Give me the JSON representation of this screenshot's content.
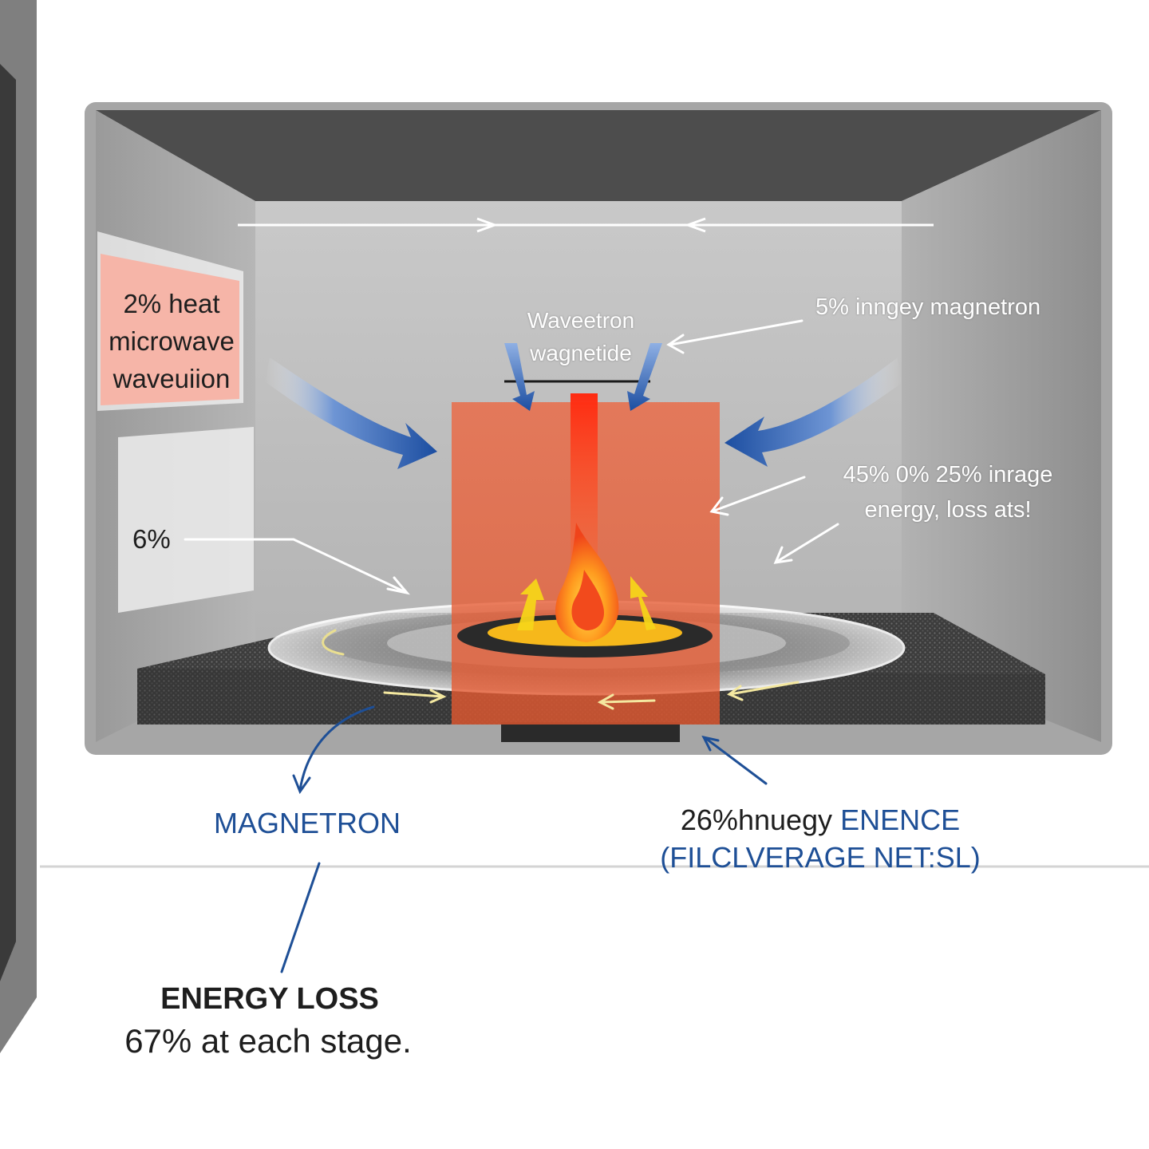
{
  "labels": {
    "top_left_box": [
      "2% heat",
      "microwave",
      "waveuiion"
    ],
    "waveguide": [
      "Waveetron",
      "wagnetide"
    ],
    "top_right": "5% inngey magnetron",
    "right_mid": [
      "45% 0% 25% inrage",
      "energy, loss ats!"
    ],
    "left_mid": "6%",
    "magnetron": "MAGNETRON",
    "bottom_right": {
      "prefix": "26%hnuegy",
      "highlight": "ENENCE",
      "line2": "(FILCLVERAGE NET:SL)"
    },
    "energy_loss": {
      "title": "ENERGY LOSS",
      "subtitle": "67% at each stage."
    }
  },
  "colors": {
    "cavity_back": "#bdbdbd",
    "cavity_ceiling": "#4a4a4a",
    "cavity_side": "#8c8c8c",
    "heat_column": "#e8613f",
    "arrow_blue": "#1f52a4",
    "label_box_pink": "#f7b9ac",
    "label_text_blue": "#1e4f96",
    "flame_orange": "#f04a1a",
    "flame_yellow": "#f7c21e"
  },
  "icons": [
    "flame-icon",
    "microwave-arrow-icon",
    "pointer-arrow-icon"
  ]
}
